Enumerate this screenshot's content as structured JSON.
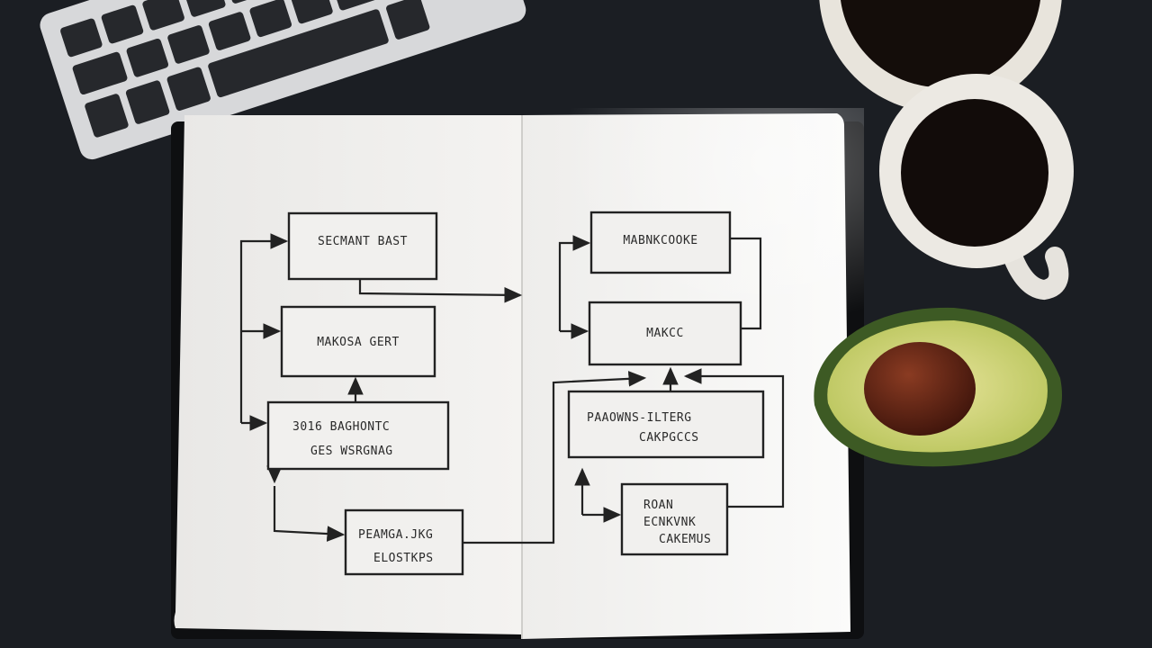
{
  "scene": {
    "description_objects": [
      "keyboard",
      "notebook",
      "coffee-cup",
      "coffee-cup",
      "avocado"
    ],
    "colors": {
      "desk": "#1b1e23",
      "paper": "#f1f0ee",
      "ink": "#222222",
      "avocado_skin": "#3d5a24",
      "avocado_flesh": "#d8d98a",
      "pit": "#5a1f12",
      "coffee": "#120c0a"
    }
  },
  "notebook": {
    "boxes": [
      {
        "lines": [
          "SECMANT BAST"
        ]
      },
      {
        "lines": [
          "MAKOSA GERT"
        ]
      },
      {
        "lines": [
          "3016 BAGHONTC",
          "GES WSRGNAG"
        ]
      },
      {
        "lines": [
          "PEAMGA.JKG",
          "ELOSTKPS"
        ]
      },
      {
        "lines": [
          "MABNKCOOKE"
        ]
      },
      {
        "lines": [
          "MAKCC"
        ]
      },
      {
        "lines": [
          "PAAOWNS-ILTERG",
          "CAKPGCCS"
        ]
      },
      {
        "lines": [
          "ROAN",
          "ECNKVNK",
          "CAKEMUS"
        ]
      }
    ]
  }
}
